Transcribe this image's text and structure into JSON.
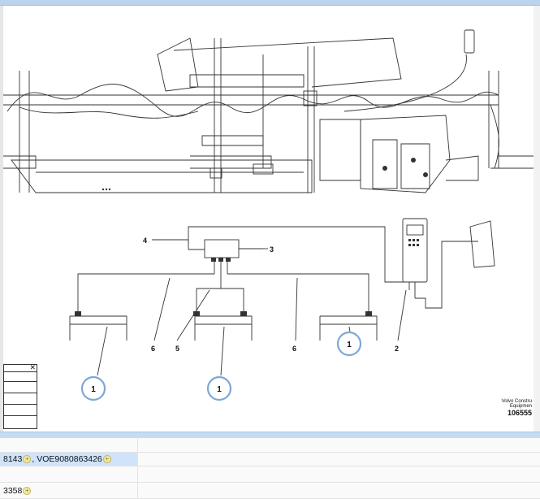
{
  "diagram": {
    "labels": {
      "ecu": "4",
      "controller": "3",
      "display": "2",
      "cable_left": "6",
      "cable_mid": "5",
      "cable_right": "6"
    },
    "callouts": [
      "1",
      "1",
      "1"
    ],
    "stamp_company": "Volvo Constru",
    "stamp_sub": "Equipmen",
    "stamp_number": "106555"
  },
  "grid": {
    "rows": [
      {
        "text_a": "8143",
        "text_b": ", VOE9080863426",
        "selected": true
      },
      {
        "text_a": "",
        "text_b": "",
        "selected": false
      },
      {
        "text_a": "3358",
        "text_b": "",
        "selected": false
      }
    ]
  },
  "icons": {
    "close": "close-icon",
    "expand": "plus-circle-icon"
  }
}
